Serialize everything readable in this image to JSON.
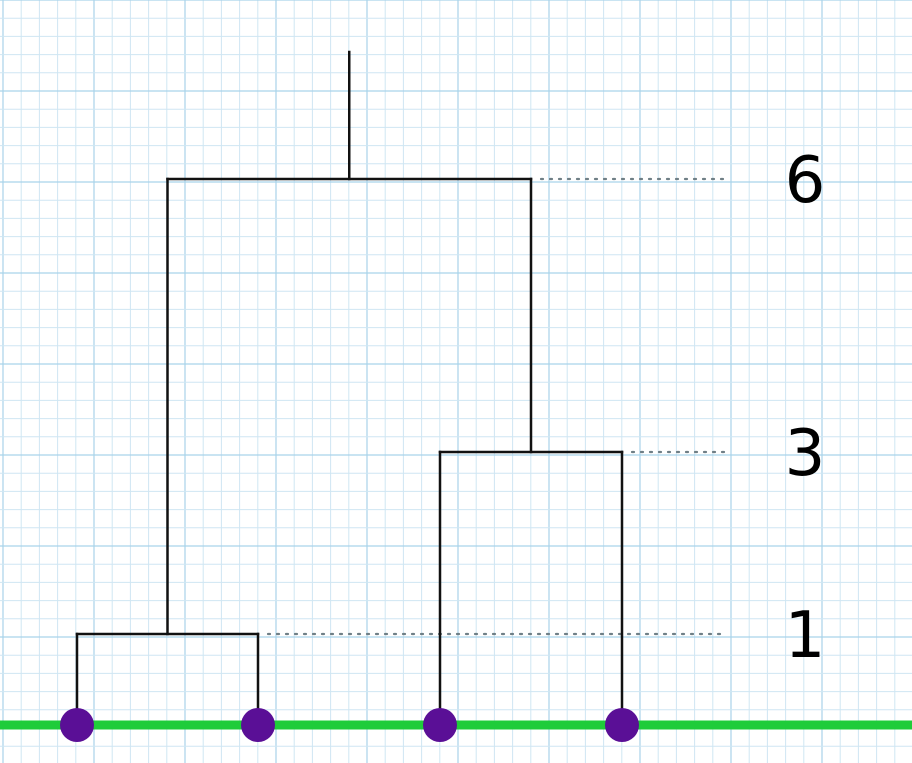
{
  "diagram": {
    "type": "dendrogram",
    "leaves": [
      "a",
      "b",
      "c",
      "d"
    ],
    "merges": [
      {
        "id": "m1",
        "left": "a",
        "right": "b",
        "height": 1,
        "label": "1"
      },
      {
        "id": "m2",
        "left": "c",
        "right": "d",
        "height": 3,
        "label": "3"
      },
      {
        "id": "m3",
        "left": "m1",
        "right": "m2",
        "height": 6,
        "label": "6"
      }
    ]
  },
  "colors": {
    "background": "#ffffff",
    "grid": "#a9d3ea",
    "branch": "#111111",
    "baseline": "#1fcc3a",
    "leaf_dot": "#5a0f96",
    "guide": "#6f7f86"
  }
}
